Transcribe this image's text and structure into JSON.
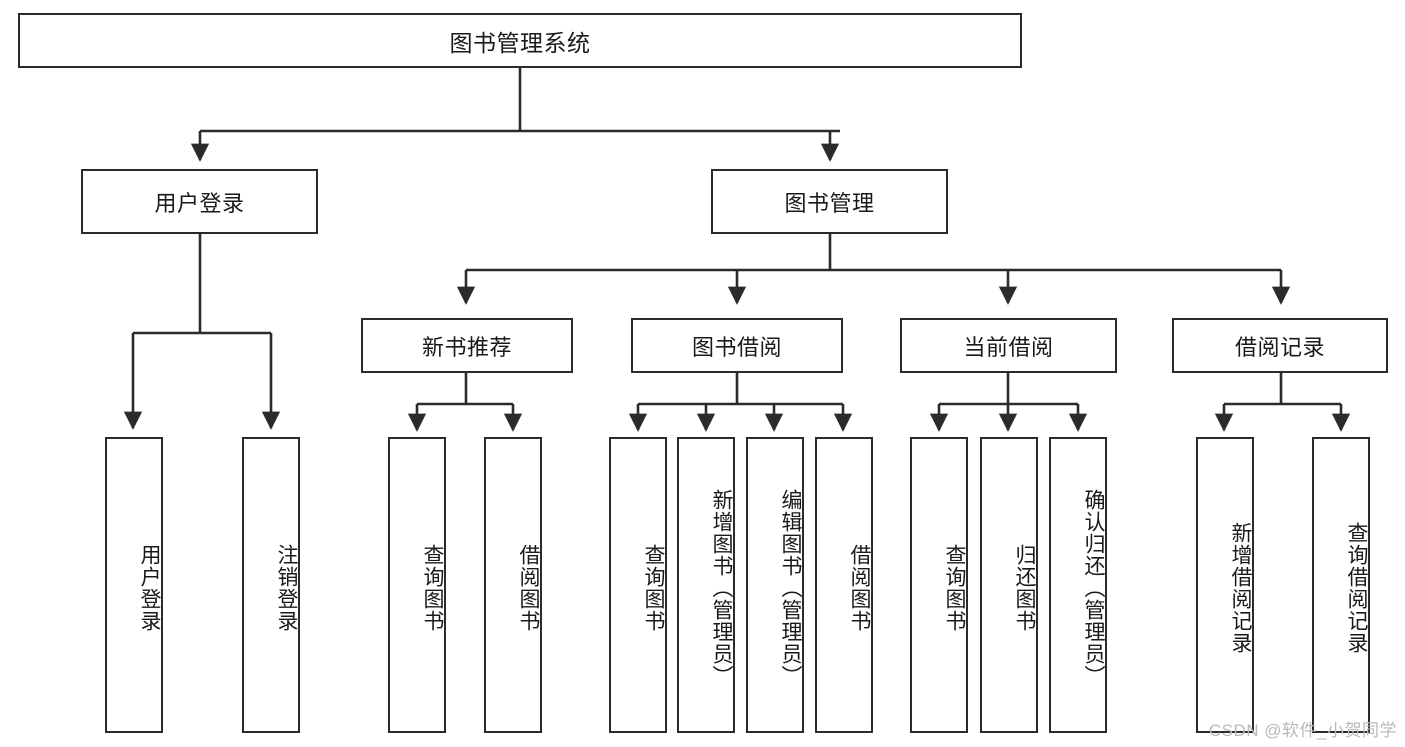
{
  "diagram": {
    "title": "图书管理系统",
    "type": "tree-hierarchy-diagram",
    "stroke_color": "#2b2b2b",
    "fill_color": "#ffffff",
    "text_color": "#1a1a1a"
  },
  "nodes": {
    "root": {
      "label": "图书管理系统"
    },
    "level2": [
      {
        "label": "用户登录"
      },
      {
        "label": "图书管理"
      }
    ],
    "level3": [
      {
        "label": "新书推荐"
      },
      {
        "label": "图书借阅"
      },
      {
        "label": "当前借阅"
      },
      {
        "label": "借阅记录"
      }
    ],
    "leaves": {
      "user_login": [
        {
          "label": "用户登录"
        },
        {
          "label": "注销登录"
        }
      ],
      "new_book_recommend": [
        {
          "label": "查询图书"
        },
        {
          "label": "借阅图书"
        }
      ],
      "book_borrow": [
        {
          "label": "查询图书"
        },
        {
          "label": "新增图书（管理员）"
        },
        {
          "label": "编辑图书（管理员）"
        },
        {
          "label": "借阅图书"
        }
      ],
      "current_borrow": [
        {
          "label": "查询图书"
        },
        {
          "label": "归还图书"
        },
        {
          "label": "确认归还（管理员）"
        }
      ],
      "borrow_records": [
        {
          "label": "新增借阅记录"
        },
        {
          "label": "查询借阅记录"
        }
      ]
    }
  },
  "watermark": {
    "text": "CSDN @软件_小贺同学"
  }
}
